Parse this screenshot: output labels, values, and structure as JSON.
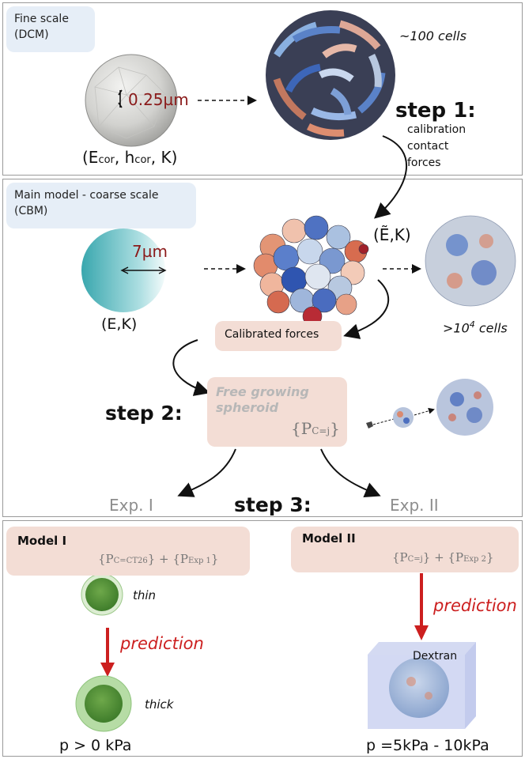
{
  "fine": {
    "tag_line1": "Fine scale",
    "tag_line2": "(DCM)",
    "measure": "0.25µm",
    "params": "(E",
    "params_sub1": "cor",
    "params_mid": ", h",
    "params_sub2": "cor",
    "params_end": ", K)",
    "cells_label": "~100 cells"
  },
  "step1": {
    "title": "step 1:",
    "line1": "calibration",
    "line2": "contact",
    "line3": "forces"
  },
  "main": {
    "tag_line1": "Main model - coarse scale",
    "tag_line2": "(CBM)",
    "measure": "7µm",
    "params": "(E,K)",
    "tilde_params": "(Ẽ,K)",
    "cells_prefix": ">10",
    "cells_exp": "4",
    "cells_suffix": " cells",
    "calibrated": "Calibrated forces"
  },
  "step2": {
    "title": "step 2:",
    "box_line1": "Free growing",
    "box_line2": "spheroid",
    "param": "{P",
    "param_sub": "C=j",
    "param_end": "}"
  },
  "step3": {
    "title": "step 3:",
    "exp1": "Exp. I",
    "exp2": "Exp. II"
  },
  "model1": {
    "title": "Model I",
    "formula_a": "{P",
    "formula_a_sub": "C=CT26",
    "formula_plus": "} + {P",
    "formula_b_sub": "Exp 1",
    "formula_end": "}",
    "thin": "thin",
    "thick": "thick",
    "prediction": "prediction",
    "pressure": "p > 0 kPa"
  },
  "model2": {
    "title": "Model II",
    "formula_a": "{P",
    "formula_a_sub": "C=j",
    "formula_plus": "} + {P",
    "formula_b_sub": "Exp 2",
    "formula_end": "}",
    "prediction": "prediction",
    "dextran": "Dextran",
    "pressure": "p =5kPa - 10kPa"
  },
  "colors": {
    "accent_red": "#cc1f1f",
    "pink_box": "#f3ddd5",
    "tag_blue": "#e6eef7",
    "teal": "#3fa9b0"
  }
}
